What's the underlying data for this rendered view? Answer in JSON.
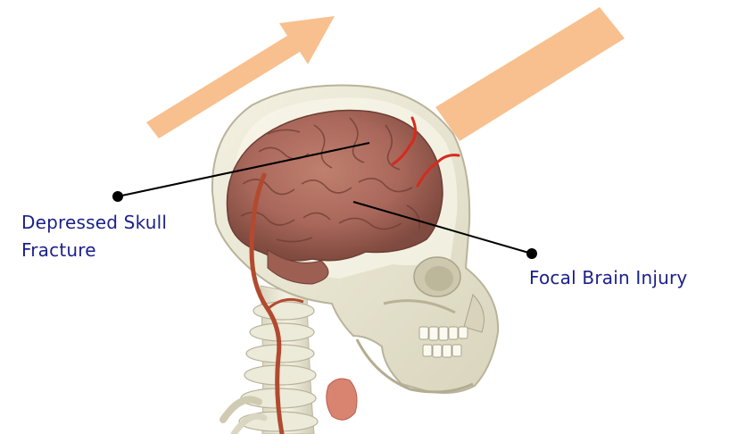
{
  "labels": {
    "depressed_skull_fracture_line1": "Depressed Skull",
    "depressed_skull_fracture_line2": "Fracture",
    "focal_brain_injury": "Focal Brain Injury"
  },
  "colors": {
    "label_text": "#1b1f8a",
    "impact_arrow": "#f7c08e",
    "fracture_lines": "#d62a1e",
    "brain": "#a8675a",
    "skull": "#e9e7d4",
    "artery": "#b24a2f",
    "leader_lines": "#000000"
  },
  "icons": [
    "impact-arrow",
    "impacting-object",
    "brain",
    "skull",
    "spine",
    "fracture-lines"
  ]
}
